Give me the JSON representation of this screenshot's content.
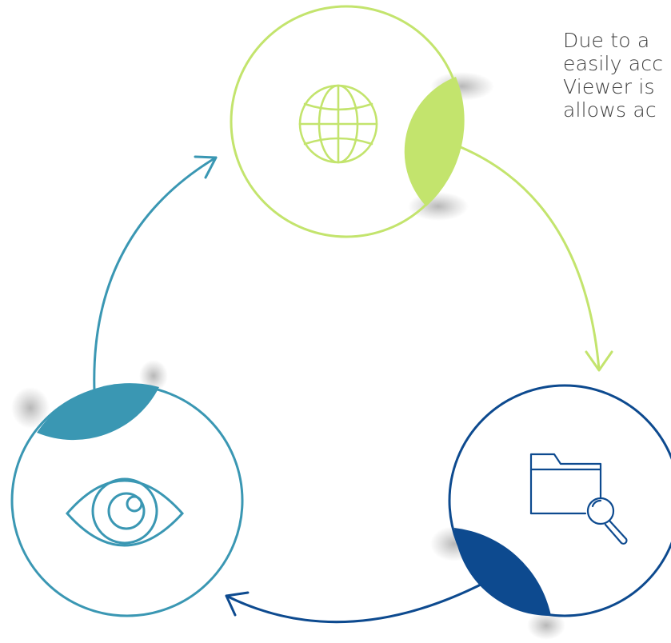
{
  "description": {
    "lines": [
      "Due to a",
      "easily acc",
      "Viewer is",
      "allows ac"
    ]
  },
  "cycle": {
    "nodes": [
      {
        "id": "web",
        "icon": "globe-icon",
        "color": "#c3e46d"
      },
      {
        "id": "search",
        "icon": "folder-search-icon",
        "color": "#0d4a8f"
      },
      {
        "id": "view",
        "icon": "eye-icon",
        "color": "#3a97b3"
      }
    ],
    "arrows": [
      {
        "from": "web",
        "to": "search",
        "color": "#c3e46d"
      },
      {
        "from": "search",
        "to": "view",
        "color": "#0d4a8f"
      },
      {
        "from": "view",
        "to": "web",
        "color": "#3a97b3"
      }
    ]
  }
}
